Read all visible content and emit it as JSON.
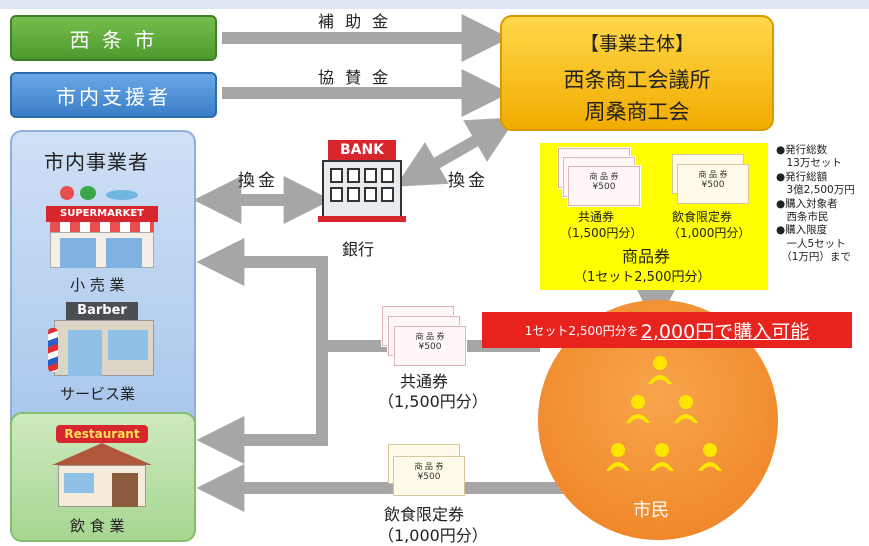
{
  "colors": {
    "green": "#5aa536",
    "blue": "#4a8fd4",
    "orange": "#f6b400",
    "yellow": "#ffff00",
    "gray_arrow": "#a6a6a6",
    "red": "#e8231e",
    "citizen": "#f28b30"
  },
  "sources": {
    "city": "西 条 市",
    "supporters": "市内支援者"
  },
  "flows": {
    "subsidy": "補 助 金",
    "sponsorship": "協 賛 金",
    "exchange_left": "換金",
    "exchange_right": "換金"
  },
  "entity": {
    "title": "【事業主体】",
    "line1": "西条商工会議所",
    "line2": "周桑商工会"
  },
  "bank": {
    "sign": "BANK",
    "label": "銀行"
  },
  "businesses": {
    "title": "市内事業者",
    "retail_sign": "SUPERMARKET",
    "retail": "小 売 業",
    "service_sign": "Barber",
    "service": "サービス業",
    "restaurant_sign": "Restaurant",
    "food": "飲 食 業"
  },
  "voucher_panel": {
    "common": "共通券",
    "common_amount": "（1,500円分）",
    "food_only": "飲食限定券",
    "food_amount": "（1,000円分）",
    "title": "商品券",
    "set": "（1セット2,500円分）",
    "ticket_head": "商 品 券",
    "ticket_value": "¥500"
  },
  "facts": [
    "●発行総数",
    "　13万セット",
    "●発行総額",
    "　3億2,500万円",
    "●購入対象者",
    "　西条市民",
    "●購入限度",
    "　一人5セット",
    "　（1万円）まで"
  ],
  "purchase": {
    "prefix": "1セット2,500円分を",
    "highlight": "2,000円で購入可能"
  },
  "bottom_flows": {
    "common": "共通券",
    "common_amount": "（1,500円分）",
    "food": "飲食限定券",
    "food_amount": "（1,000円分）"
  },
  "citizen": {
    "label": "市民"
  }
}
